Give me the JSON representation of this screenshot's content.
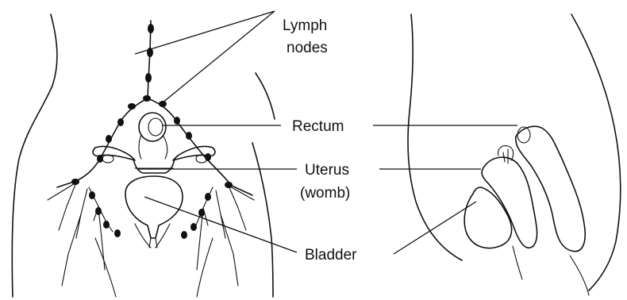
{
  "labels": {
    "lymph_line1": "Lymph",
    "lymph_line2": "nodes",
    "rectum": "Rectum",
    "uterus_line1": "Uterus",
    "uterus_line2": "(womb)",
    "bladder": "Bladder"
  },
  "colors": {
    "ink": "#111111",
    "background": "#ffffff"
  }
}
